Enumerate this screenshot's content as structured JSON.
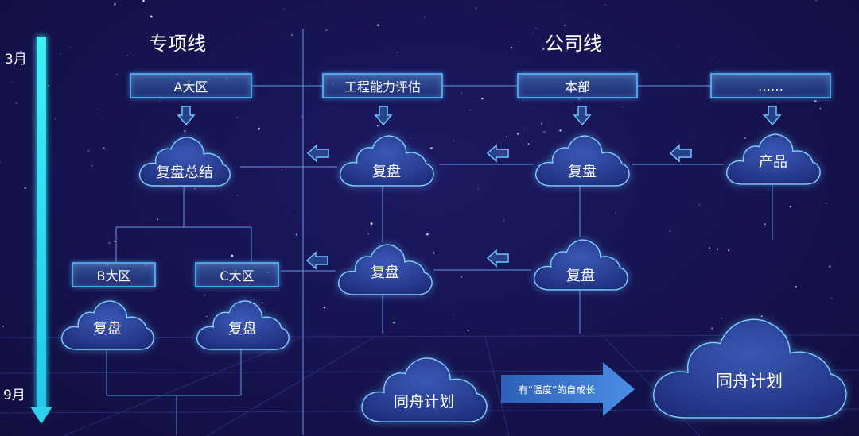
{
  "timeline": {
    "start": "3月",
    "end": "9月"
  },
  "sections": {
    "left": "专项线",
    "right": "公司线"
  },
  "boxes": {
    "a_region": "A大区",
    "eng": "工程能力评估",
    "hq": "本部",
    "more": "……",
    "b_region": "B大区",
    "c_region": "C大区"
  },
  "clouds": {
    "summary": "复盘总结",
    "review1": "复盘",
    "review2": "复盘",
    "product": "产品",
    "review3": "复盘",
    "review4": "复盘",
    "review_b": "复盘",
    "review_c": "复盘",
    "tongzhou_small": "同舟计划",
    "tongzhou_big": "同舟计划"
  },
  "growth_arrow": {
    "label": "有“温度”的自成长"
  },
  "colors": {
    "background": "#171452",
    "timeline": "#2ad2ec",
    "line": "#5a8fd8",
    "glow": "#3aa8ff"
  }
}
